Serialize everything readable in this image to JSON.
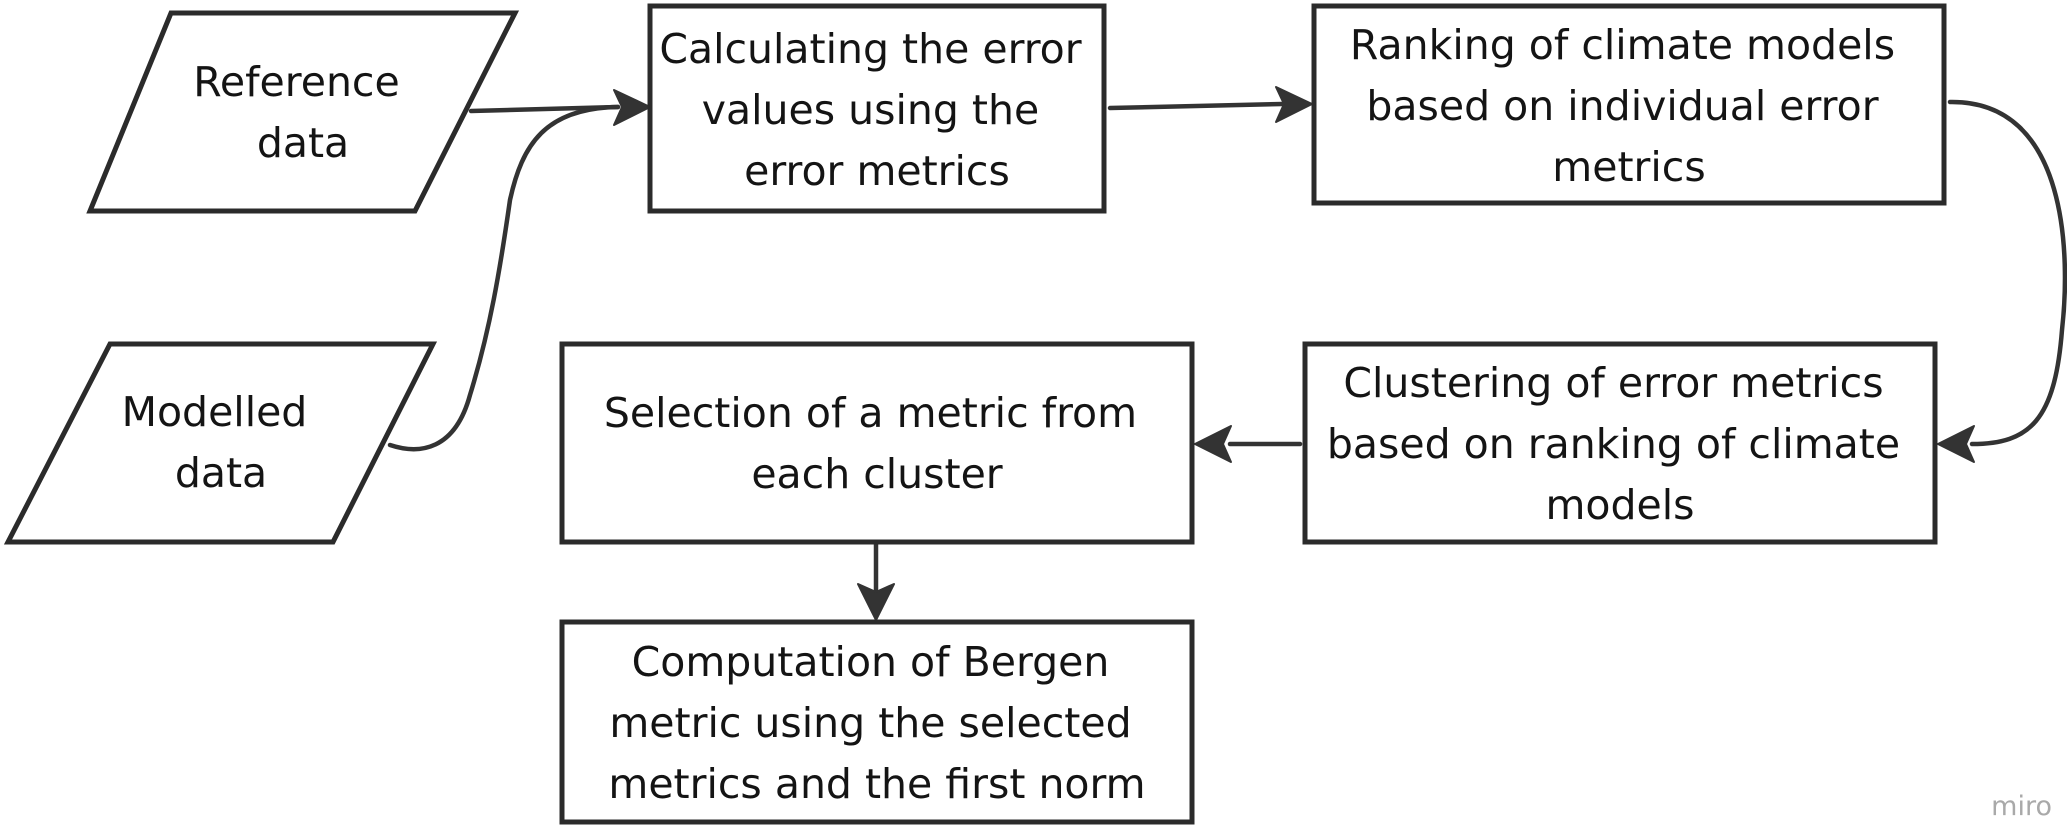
{
  "nodes": {
    "reference_data": {
      "shape": "parallelogram",
      "lines": [
        "Reference",
        "data"
      ]
    },
    "modelled_data": {
      "shape": "parallelogram",
      "lines": [
        "Modelled",
        "data"
      ]
    },
    "calculating_errors": {
      "shape": "rectangle",
      "lines": [
        "Calculating the error",
        "values using the",
        "error metrics"
      ]
    },
    "ranking_models": {
      "shape": "rectangle",
      "lines": [
        "Ranking of climate models",
        "based on individual error",
        "metrics"
      ]
    },
    "clustering_metrics": {
      "shape": "rectangle",
      "lines": [
        "Clustering of error metrics",
        "based on ranking of climate",
        "models"
      ]
    },
    "selection_metric": {
      "shape": "rectangle",
      "lines": [
        "Selection of a metric from",
        "each cluster"
      ]
    },
    "bergen_metric": {
      "shape": "rectangle",
      "lines": [
        "Computation of Bergen",
        "metric using the selected",
        "metrics and the first norm"
      ]
    }
  },
  "edges": [
    {
      "from": "reference_data",
      "to": "calculating_errors"
    },
    {
      "from": "modelled_data",
      "to": "calculating_errors"
    },
    {
      "from": "calculating_errors",
      "to": "ranking_models"
    },
    {
      "from": "ranking_models",
      "to": "clustering_metrics"
    },
    {
      "from": "clustering_metrics",
      "to": "selection_metric"
    },
    {
      "from": "selection_metric",
      "to": "bergen_metric"
    }
  ],
  "watermark": "miro",
  "colors": {
    "stroke": "#2b2b2b",
    "connector": "#333333",
    "text": "#141414",
    "watermark": "#a9a9a9",
    "background": "#ffffff"
  }
}
